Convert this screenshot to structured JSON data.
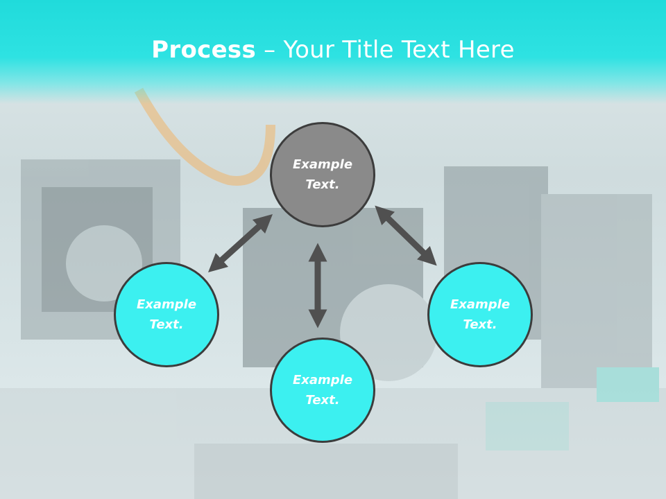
{
  "slide": {
    "title_bold": "Process",
    "title_dash": " – ",
    "title_rest": "Your Title Text Here"
  },
  "diagram": {
    "top_node": "Example Text.",
    "left_node": "Example Text.",
    "bottom_node": "Example Text.",
    "right_node": "Example Text."
  },
  "colors": {
    "banner": "#20dbdb",
    "center_node": "#8a8a8a",
    "outer_nodes": "#3cf0f0",
    "arrows": "#505050"
  }
}
